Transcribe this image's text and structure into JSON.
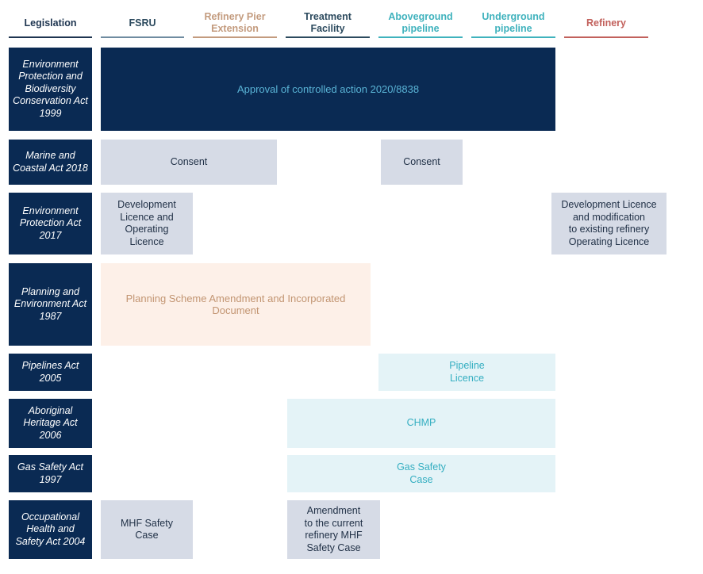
{
  "headers": [
    {
      "label": "Legislation"
    },
    {
      "label": "FSRU"
    },
    {
      "label": "Refinery Pier Extension"
    },
    {
      "label": "Treatment Facility"
    },
    {
      "label": "Aboveground pipeline"
    },
    {
      "label": "Underground pipeline"
    },
    {
      "label": "Refinery"
    }
  ],
  "colors": {
    "navy": "#0a2a53",
    "grey": "#d6dbe6",
    "peach": "#fdf0e8",
    "light_blue": "#e4f3f7",
    "header_dark": "#1e3550",
    "header_tan": "#c39b7e",
    "header_slate": "#2c4a5e",
    "header_teal": "#3fb2bd",
    "header_red": "#c2615c"
  },
  "rows": [
    {
      "label": "Environment Protection and Biodiversity Conservation Act 1999"
    },
    {
      "label": "Marine and Coastal Act 2018"
    },
    {
      "label": "Environment Protection Act 2017"
    },
    {
      "label": "Planning and Environment Act 1987"
    },
    {
      "label": "Pipelines Act 2005"
    },
    {
      "label": "Aboriginal Heritage Act 2006"
    },
    {
      "label": "Gas Safety Act 1997"
    },
    {
      "label": "Occupational Health and Safety Act 2004"
    }
  ],
  "cells": {
    "epbc_approval": "Approval of controlled action 2020/8838",
    "marine_consent_1": "Consent",
    "marine_consent_2": "Consent",
    "ep_fsru": "Development\nLicence and\nOperating\nLicence",
    "ep_refinery": "Development Licence\nand modification\nto existing refinery\nOperating Licence",
    "planning": "Planning Scheme Amendment and Incorporated\nDocument",
    "pipeline_licence": "Pipeline\nLicence",
    "chmp": "CHMP",
    "gas_safety_case": "Gas Safety\nCase",
    "ohs_fsru": "MHF Safety\nCase",
    "ohs_treatment": "Amendment\nto the current\nrefinery MHF\nSafety Case"
  }
}
